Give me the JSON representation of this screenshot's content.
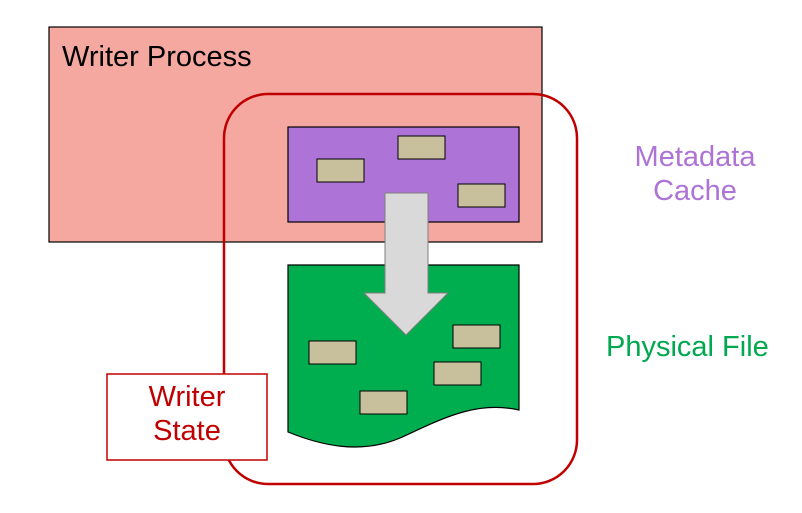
{
  "labels": {
    "writer_process": "Writer Process",
    "metadata_cache_line1": "Metadata",
    "metadata_cache_line2": "Cache",
    "physical_file": "Physical File",
    "writer_state_line1": "Writer",
    "writer_state_line2": "State"
  },
  "colors": {
    "writer_process_fill": "#f4a8a0",
    "writer_process_stroke": "#000000",
    "metadata_cache_fill": "#ad73d6",
    "metadata_cache_text": "#ad73d6",
    "physical_file_fill": "#00ad4f",
    "physical_file_text": "#00a84f",
    "writer_state_stroke": "#c00000",
    "writer_state_text": "#c00000",
    "entry_fill": "#c8c09c",
    "arrow_fill": "#d9d9d9"
  },
  "icons": {
    "flush_arrow": "down-arrow-icon"
  }
}
